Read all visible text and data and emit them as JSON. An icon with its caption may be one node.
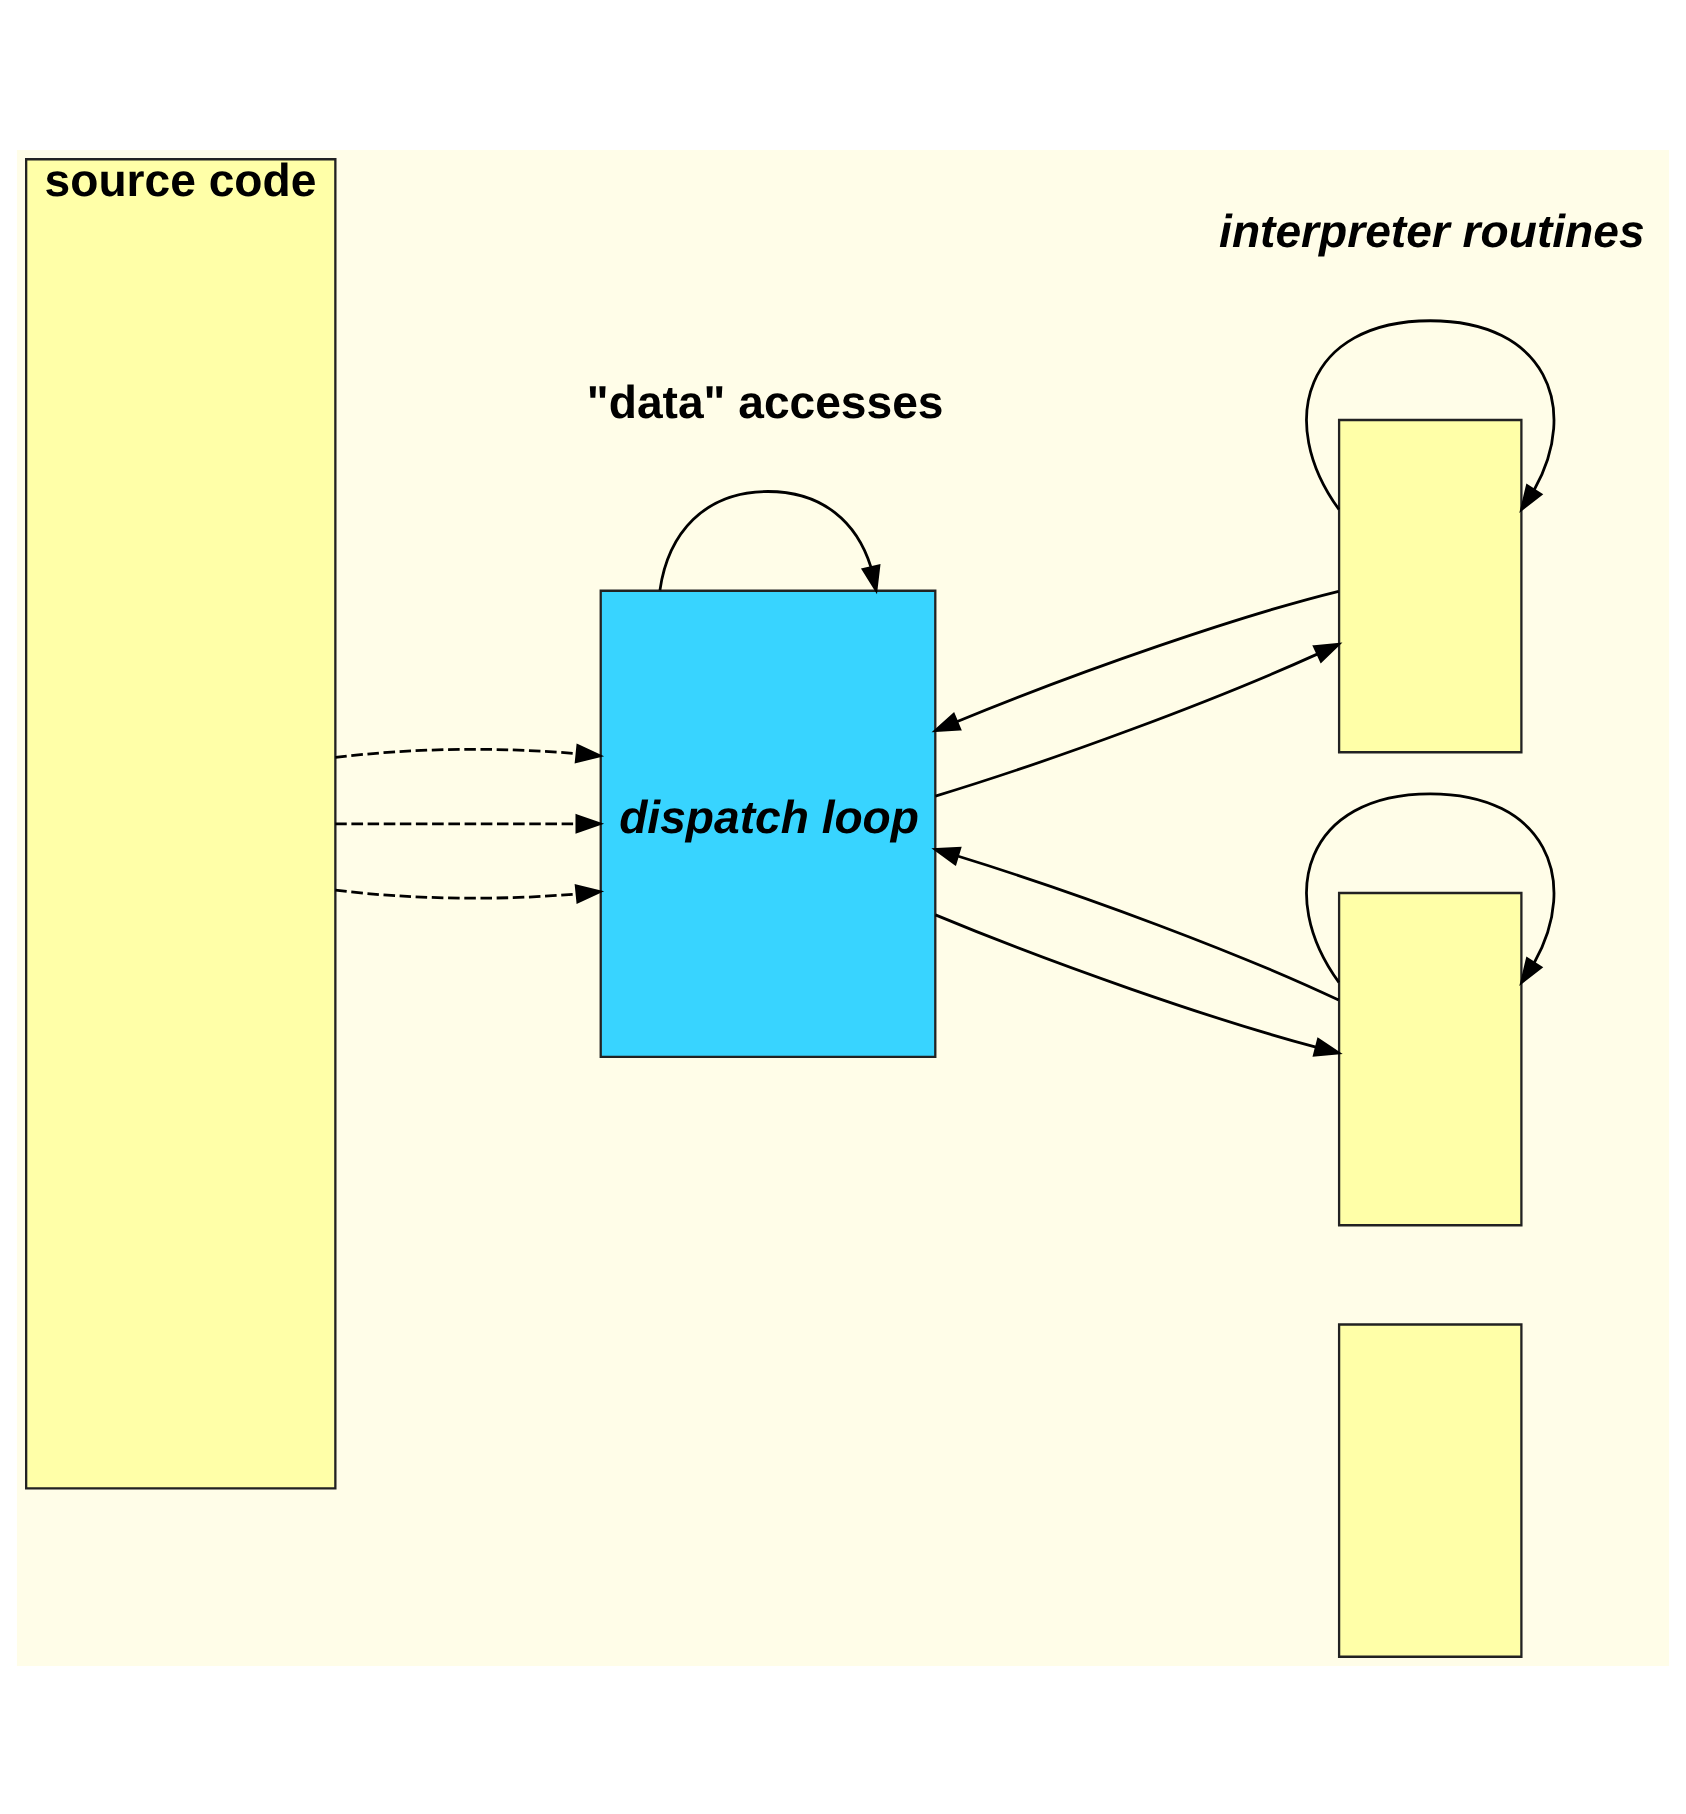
{
  "diagram": {
    "nodes": [
      {
        "text": [
          "source code"
        ]
      },
      {
        "text": [
          "dispatch loop"
        ]
      },
      {
        "text": [],
        "shape": "bar"
      },
      {
        "text": [],
        "shape": "bar"
      },
      {
        "text": [],
        "shape": "bar"
      }
    ],
    "edges": [
      {
        "from": 0,
        "to": 1,
        "arrow": "to",
        "style": "dashed"
      },
      {
        "from": 0,
        "to": 1,
        "arrow": "to",
        "style": "dashed"
      },
      {
        "from": 0,
        "to": 1,
        "arrow": "to",
        "style": "dashed"
      },
      {
        "from": 1,
        "to": 2,
        "arrow": "to"
      },
      {
        "from": 2,
        "to": 2,
        "arrow": "to"
      },
      {
        "from": 2,
        "to": 1,
        "arrow": "to"
      },
      {
        "from": 1,
        "to": 1,
        "arrow": "to"
      },
      {
        "from": 1,
        "to": 3,
        "arrow": "to"
      },
      {
        "from": 3,
        "to": 3,
        "arrow": "to"
      },
      {
        "from": 3,
        "to": 1,
        "arrow": "to"
      }
    ],
    "labels": [
      "\"data\" accesses",
      "interpreter routines"
    ]
  }
}
